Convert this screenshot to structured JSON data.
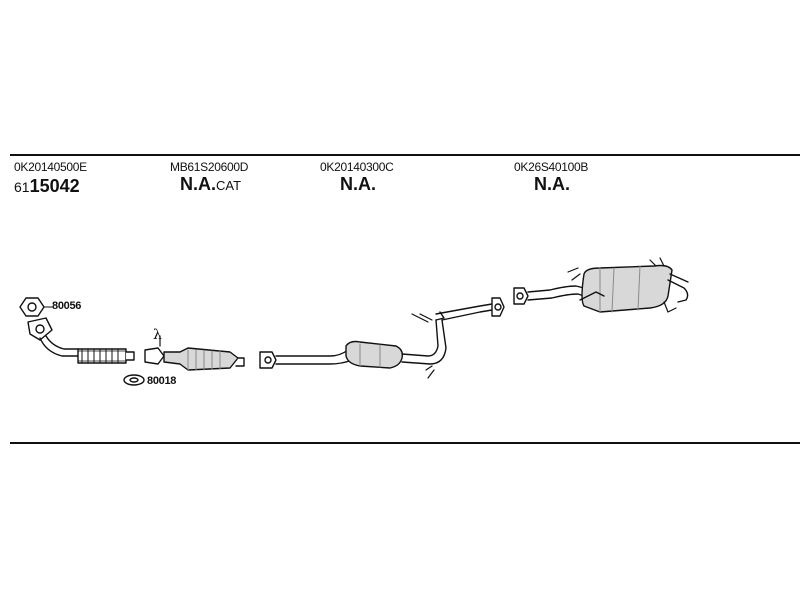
{
  "parts": [
    {
      "code": "0K20140500E",
      "prefix": "61",
      "status": "15042",
      "suffix": ""
    },
    {
      "code": "MB61S20600D",
      "prefix": "",
      "status": "N.A.",
      "suffix": "CAT"
    },
    {
      "code": "0K20140300C",
      "prefix": "",
      "status": "N.A.",
      "suffix": ""
    },
    {
      "code": "0K26S40100B",
      "prefix": "",
      "status": "N.A.",
      "suffix": ""
    }
  ],
  "callouts": {
    "gasket_top": "80056",
    "gasket_bottom": "80018",
    "lambda_symbol": "λ"
  },
  "colors": {
    "line": "#111111",
    "part_fill": "#d8d8d8",
    "part_shade": "#8a8a8a"
  }
}
